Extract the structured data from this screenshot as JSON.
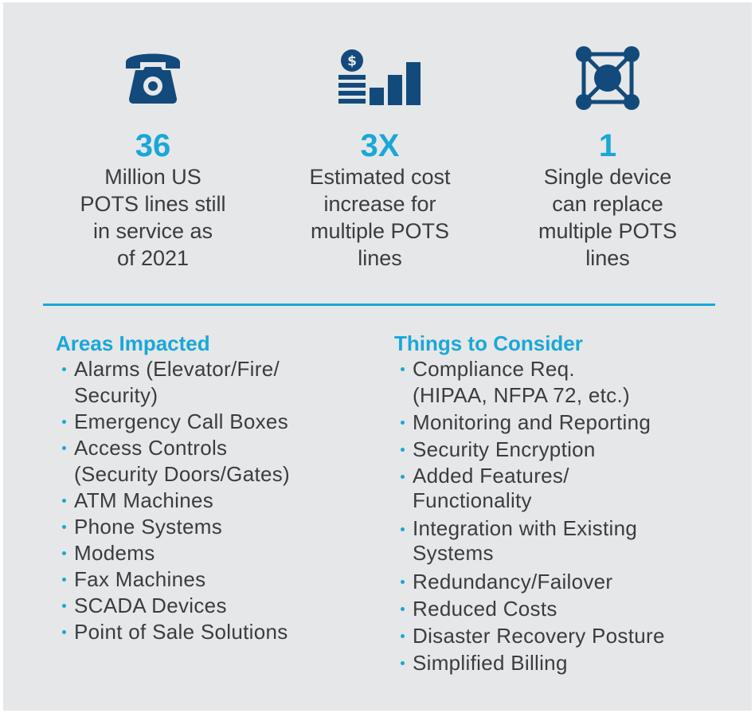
{
  "colors": {
    "accent": "#1aa7d8",
    "icon": "#134a7c",
    "text": "#3b3c3e",
    "panel_bg": "#e6e7e8"
  },
  "stats": [
    {
      "icon": "telephone-icon",
      "value": "36",
      "lines": [
        "Million US",
        "POTS lines still",
        "in service as",
        "of 2021"
      ]
    },
    {
      "icon": "cost-bar-chart-icon",
      "value": "3X",
      "lines": [
        "Estimated cost",
        "increase for",
        "multiple POTS",
        "lines"
      ]
    },
    {
      "icon": "network-device-icon",
      "value": "1",
      "lines": [
        "Single device",
        "can replace",
        "multiple POTS",
        "lines"
      ]
    }
  ],
  "areas_impacted": {
    "heading": "Areas Impacted",
    "items": [
      [
        "Alarms (Elevator/Fire/",
        "Security)"
      ],
      [
        "Emergency Call Boxes"
      ],
      [
        "Access Controls",
        "(Security Doors/Gates)"
      ],
      [
        "ATM Machines"
      ],
      [
        "Phone Systems"
      ],
      [
        "Modems"
      ],
      [
        "Fax Machines"
      ],
      [
        "SCADA Devices"
      ],
      [
        "Point of Sale Solutions"
      ]
    ]
  },
  "things_to_consider": {
    "heading": "Things to Consider",
    "items": [
      [
        "Compliance Req.",
        "(HIPAA, NFPA 72, etc.)"
      ],
      [
        "Monitoring and Reporting"
      ],
      [
        "Security Encryption"
      ],
      [
        "Added Features/",
        "Functionality"
      ],
      [
        "Integration with Existing",
        "Systems"
      ],
      [
        "Redundancy/Failover"
      ],
      [
        "Reduced Costs"
      ],
      [
        "Disaster Recovery Posture"
      ],
      [
        "Simplified Billing"
      ]
    ]
  }
}
